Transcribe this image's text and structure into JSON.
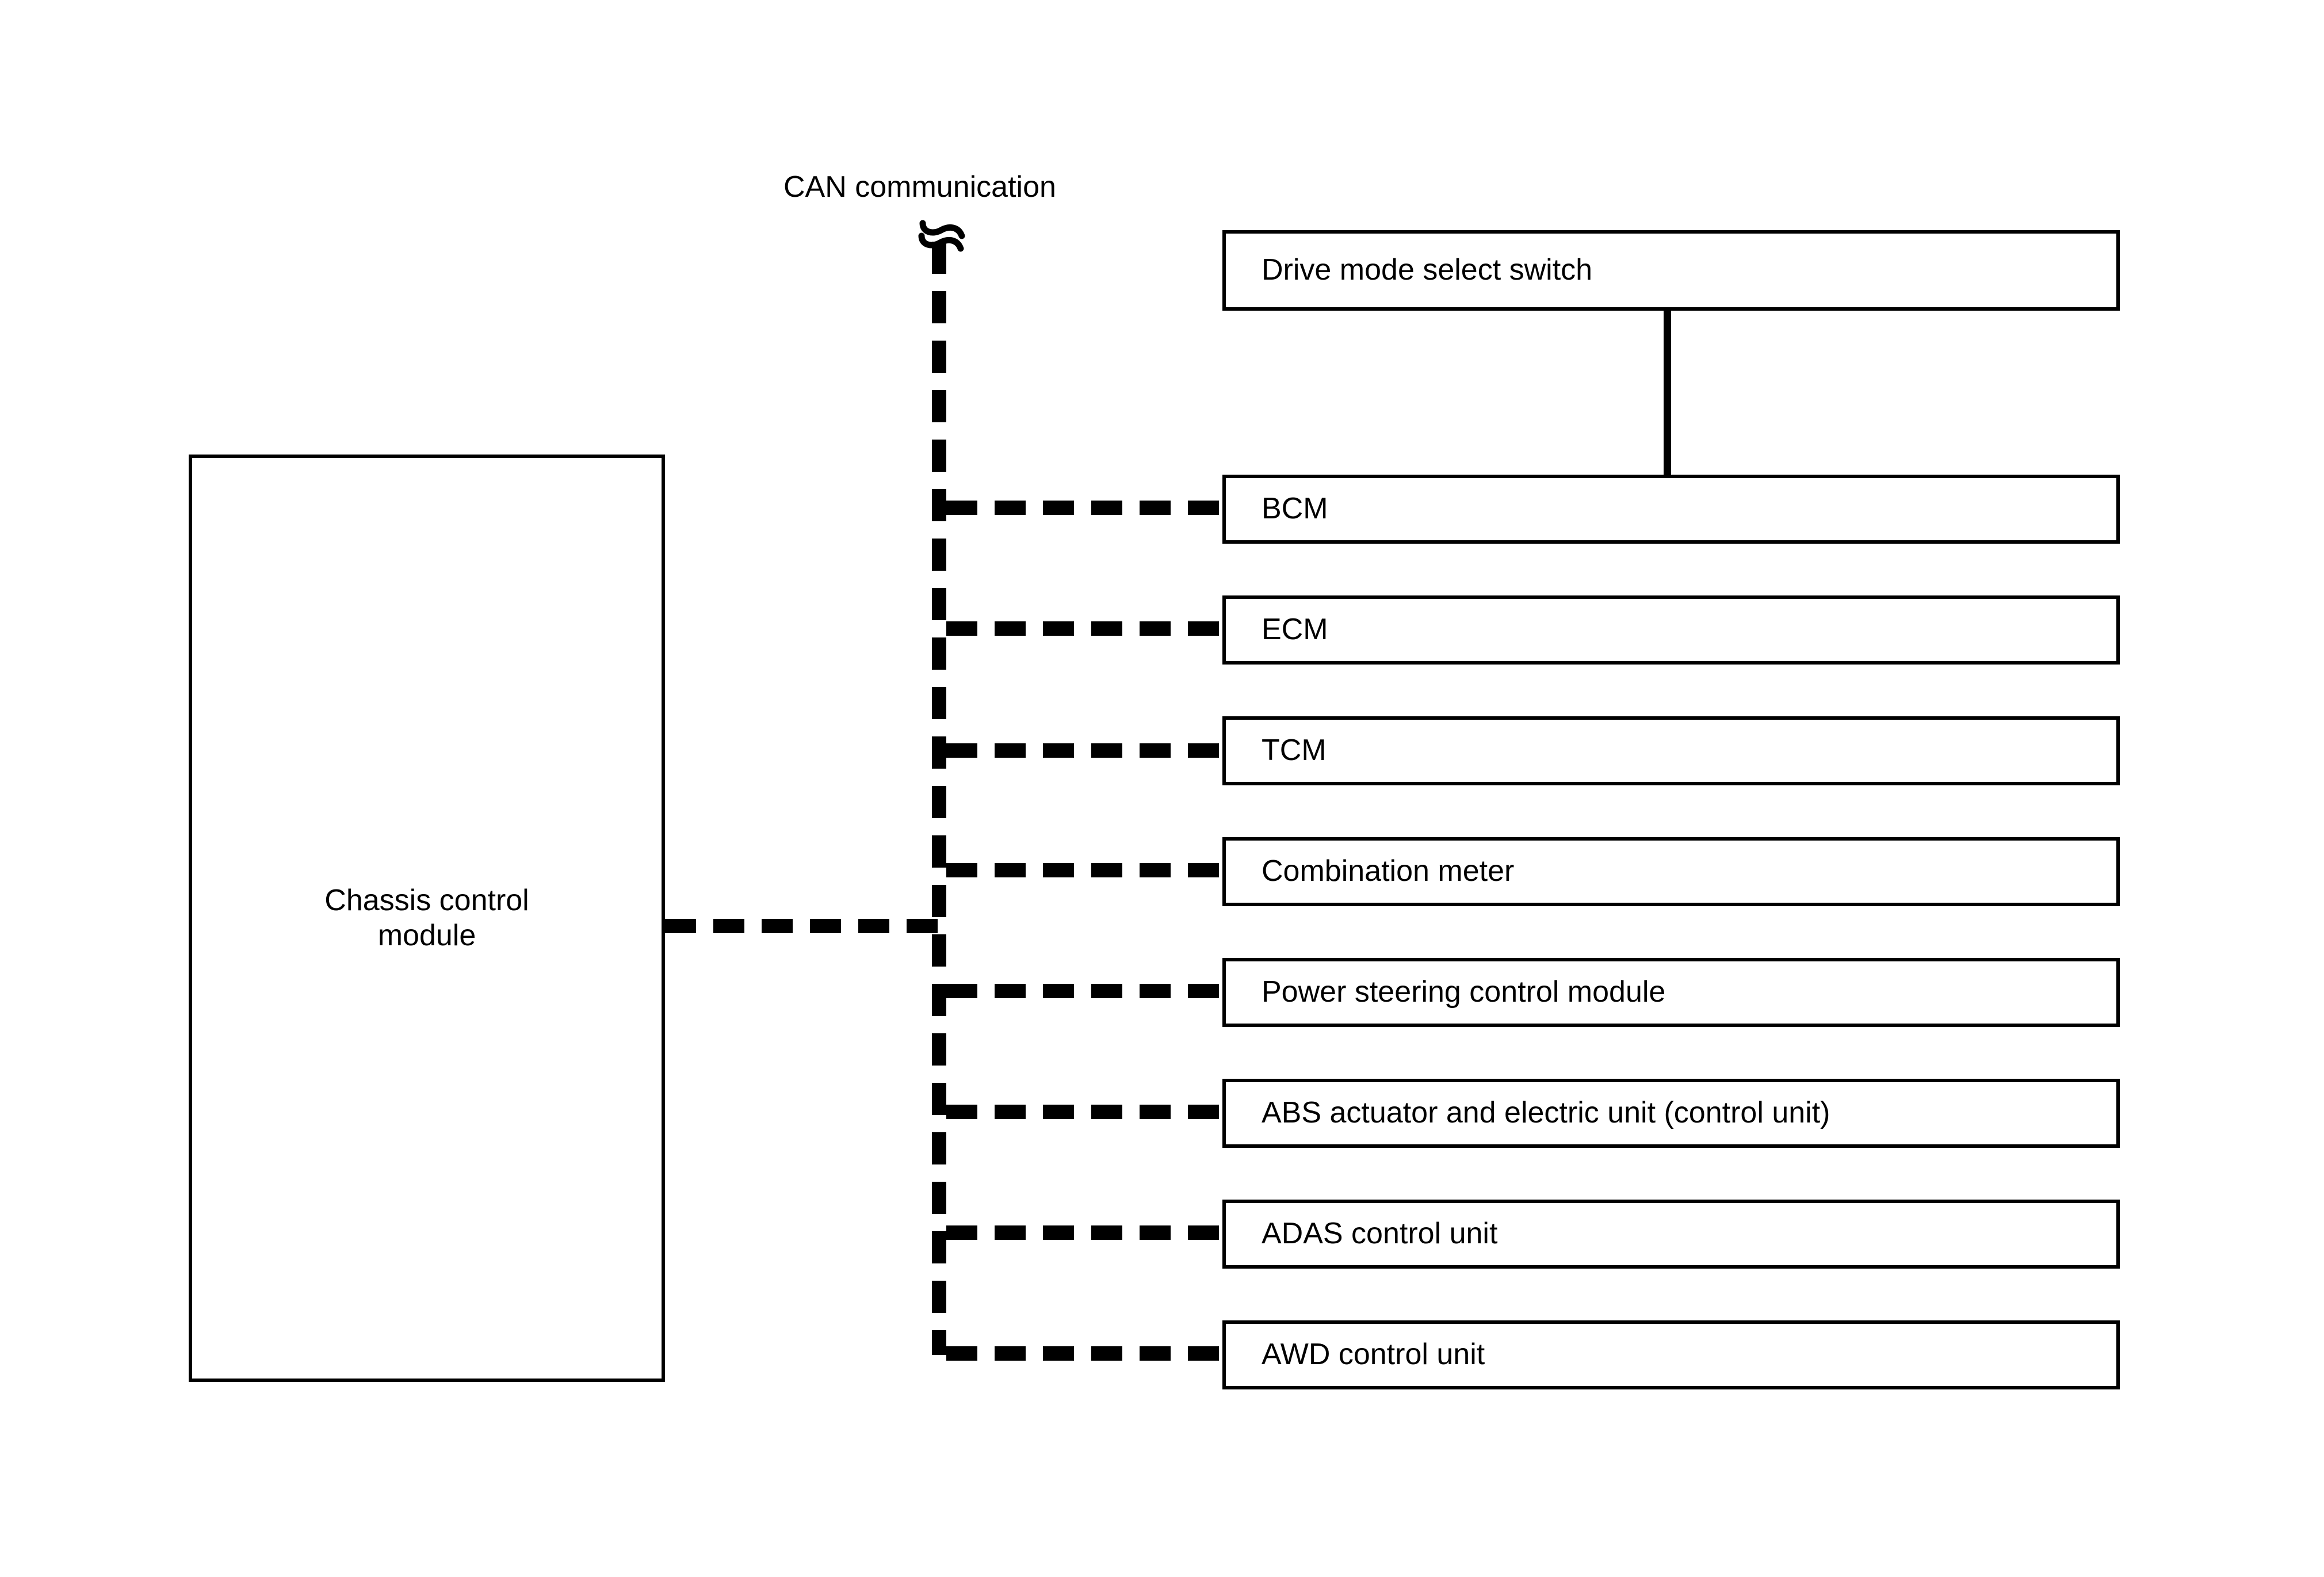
{
  "diagram": {
    "title_label": "CAN communication",
    "bus_name": "can-bus",
    "colors": {
      "line": "#000000",
      "box_border": "#000000",
      "background": "#ffffff"
    },
    "source_module": {
      "label": "Chassis control\nmodule"
    },
    "nodes": [
      {
        "label": "Drive mode select switch",
        "connection": "none"
      },
      {
        "label": "BCM",
        "connection": "can"
      },
      {
        "label": "ECM",
        "connection": "can"
      },
      {
        "label": "TCM",
        "connection": "can"
      },
      {
        "label": "Combination meter",
        "connection": "can"
      },
      {
        "label": "Power steering control module",
        "connection": "can"
      },
      {
        "label": "ABS actuator and electric unit (control unit)",
        "connection": "can"
      },
      {
        "label": "ADAS control unit",
        "connection": "can"
      },
      {
        "label": "AWD control unit",
        "connection": "can"
      }
    ],
    "direct_links": [
      {
        "from": "Drive mode select switch",
        "to": "BCM",
        "style": "solid"
      }
    ]
  }
}
